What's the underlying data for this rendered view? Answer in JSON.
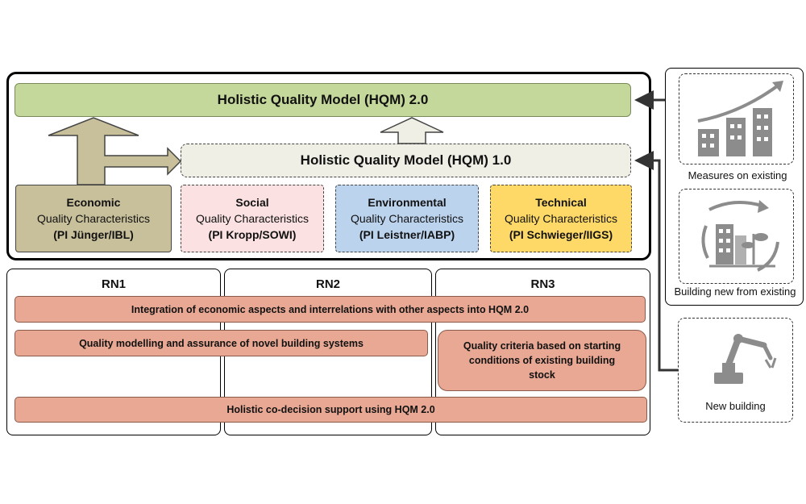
{
  "hqm2_title": "Holistic Quality Model (HQM) 2.0",
  "hqm1_title": "Holistic Quality Model (HQM) 1.0",
  "characteristics": [
    {
      "title": "Economic",
      "subtitle": "Quality Characteristics",
      "pi": "(PI Jünger/IBL)",
      "color": "#c8bf9b"
    },
    {
      "title": "Social",
      "subtitle": "Quality Characteristics",
      "pi": "(PI Kropp/SOWI)",
      "color": "#fbe1e1"
    },
    {
      "title": "Environmental",
      "subtitle": "Quality Characteristics",
      "pi": "(PI Leistner/IABP)",
      "color": "#bcd3ee"
    },
    {
      "title": "Technical",
      "subtitle": "Quality Characteristics",
      "pi": "(PI Schwieger/IIGS)",
      "color": "#fed967"
    }
  ],
  "research_networks": [
    "RN1",
    "RN2",
    "RN3"
  ],
  "projects": [
    "Integration of economic aspects and interrelations with other aspects into HQM 2.0",
    "Quality modelling and assurance of novel building systems",
    "Quality criteria based on starting conditions of existing building stock",
    "Holistic co-decision support using HQM 2.0"
  ],
  "side_cards": [
    {
      "caption": "Measures on existing",
      "icon": "growing-buildings-icon"
    },
    {
      "caption": "Building new from existing",
      "icon": "recycle-building-icon"
    },
    {
      "caption": "New building",
      "icon": "robot-arm-icon"
    }
  ],
  "colors": {
    "hqm2": "#c5d89b",
    "hqm1": "#efefe6",
    "arrow_big": "#c8bf9b",
    "arrow_small": "#efefe6",
    "project_bar": "#e8a893",
    "icon_gray": "#8c8c8c"
  }
}
